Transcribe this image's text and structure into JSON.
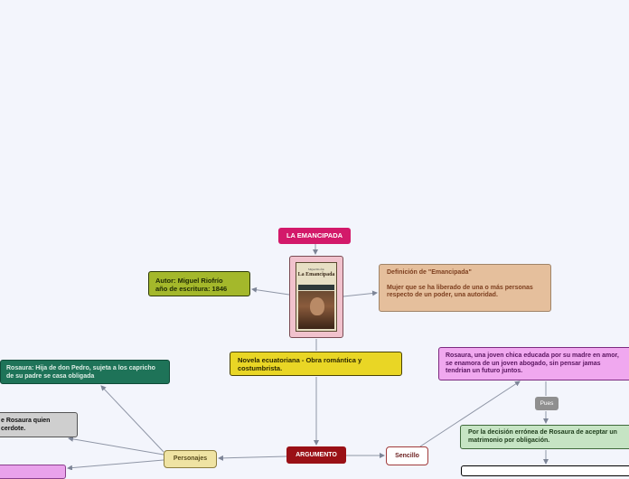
{
  "title": "LA EMANCIPADA",
  "book_cover": {
    "author_line": "Miguel Riofrío",
    "title_line": "La Emancipada"
  },
  "autor": {
    "line1": "Autor: Miguel Riofrío",
    "line2": "año de escritura: 1846"
  },
  "definicion": {
    "heading": "Definición de \"Emancipada\"",
    "body": "Mujer que se ha liberado de una o más personas respecto de un poder, una autoridad."
  },
  "novela": "Novela ecuatoriana - Obra romántica y costumbrista.",
  "argumento": "ARGUMENTO",
  "sencillo": "Sencillo",
  "personajes": "Personajes",
  "personaje_1": "Rosaura: Hija de don Pedro, sujeta a los capricho de su padre se casa obligada",
  "personaje_2": "e Rosaura quien\ncerdote.",
  "resumen_1": "Rosaura, una joven chica educada por su madre en amor, se enamora de un joven abogado, sin pensar jamas tendrian un futuro juntos.",
  "pues": "Pues",
  "resumen_2": "Por la decisión errónea de Rosaura de aceptar un matrimonio por obligación.",
  "colors": {
    "background": "#f3f5fc",
    "title": "#d3196a",
    "argumento": "#9a1016",
    "novela": "#e9d625",
    "autor": "#a4b82b",
    "definicion": "#e5bf9c",
    "personaje_1": "#1e7358",
    "resumen_1": "#f0a8ef",
    "resumen_2": "#c6e4c4"
  }
}
